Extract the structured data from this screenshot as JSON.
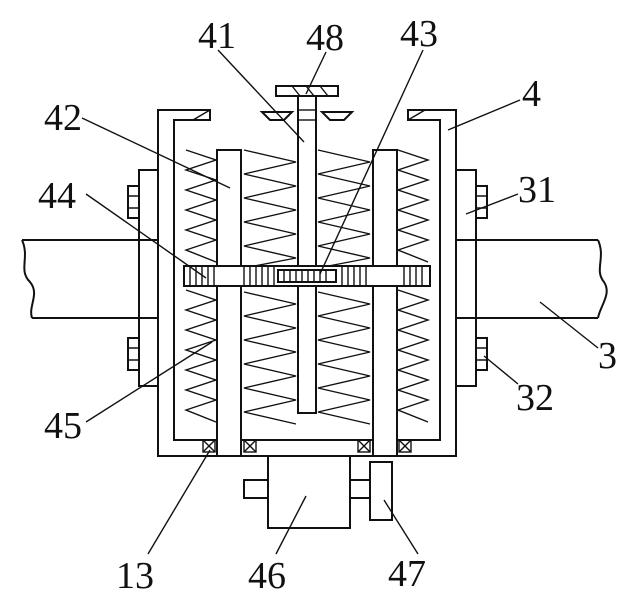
{
  "diagram": {
    "labels": {
      "l41": "41",
      "l48": "48",
      "l43": "43",
      "l42": "42",
      "l4": "4",
      "l44": "44",
      "l31": "31",
      "l3": "3",
      "l32": "32",
      "l45": "45",
      "l13": "13",
      "l46": "46",
      "l47": "47"
    },
    "colors": {
      "stroke": "#111111",
      "background": "#ffffff"
    }
  }
}
